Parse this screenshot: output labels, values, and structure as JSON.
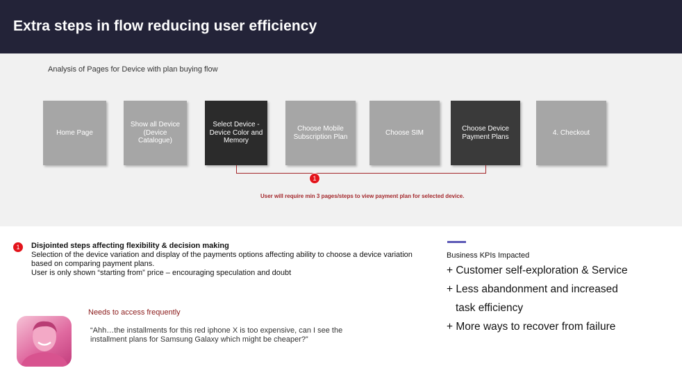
{
  "header": {
    "title": "Extra steps in flow reducing user efficiency"
  },
  "flow": {
    "subtitle": "Analysis of Pages for Device with plan buying flow",
    "steps": [
      {
        "label": "Home Page"
      },
      {
        "label": "Show all Device (Device Catalogue)"
      },
      {
        "label": "Select Device - Device Color and Memory"
      },
      {
        "label": "Choose Mobile Subscription Plan"
      },
      {
        "label": "Choose SIM"
      },
      {
        "label": "Choose Device Payment Plans"
      },
      {
        "label": "4. Checkout"
      }
    ],
    "marker": "1",
    "note": "User will require min 3 pages/steps to view payment plan for selected device."
  },
  "issue": {
    "marker": "1",
    "title": "Disjointed steps affecting flexibility & decision making",
    "line1": "Selection of the device variation and display of the payments options affecting ability to choose a device variation based on comparing payment plans.",
    "line2": "User is only shown “starting from” price – encouraging speculation and doubt"
  },
  "persona": {
    "needs": "Needs to access frequently",
    "quote": "“Ahh…the installments for this red iphone X is too expensive, can I see the installment plans for Samsung Galaxy which might be cheaper?”"
  },
  "kpis": {
    "heading": "Business KPIs Impacted",
    "item1": "+ Customer self-exploration & Service",
    "item2": "+ Less abandonment and increased",
    "item2_cont": "task efficiency",
    "item3": "+ More ways to recover from failure"
  },
  "colors": {
    "header_bg": "#232338",
    "step_light": "#a6a6a6",
    "step_dark": "#2b2b2b",
    "highlight_red": "#a3262a",
    "marker_red": "#e3141b",
    "accent": "#5b57b5"
  }
}
